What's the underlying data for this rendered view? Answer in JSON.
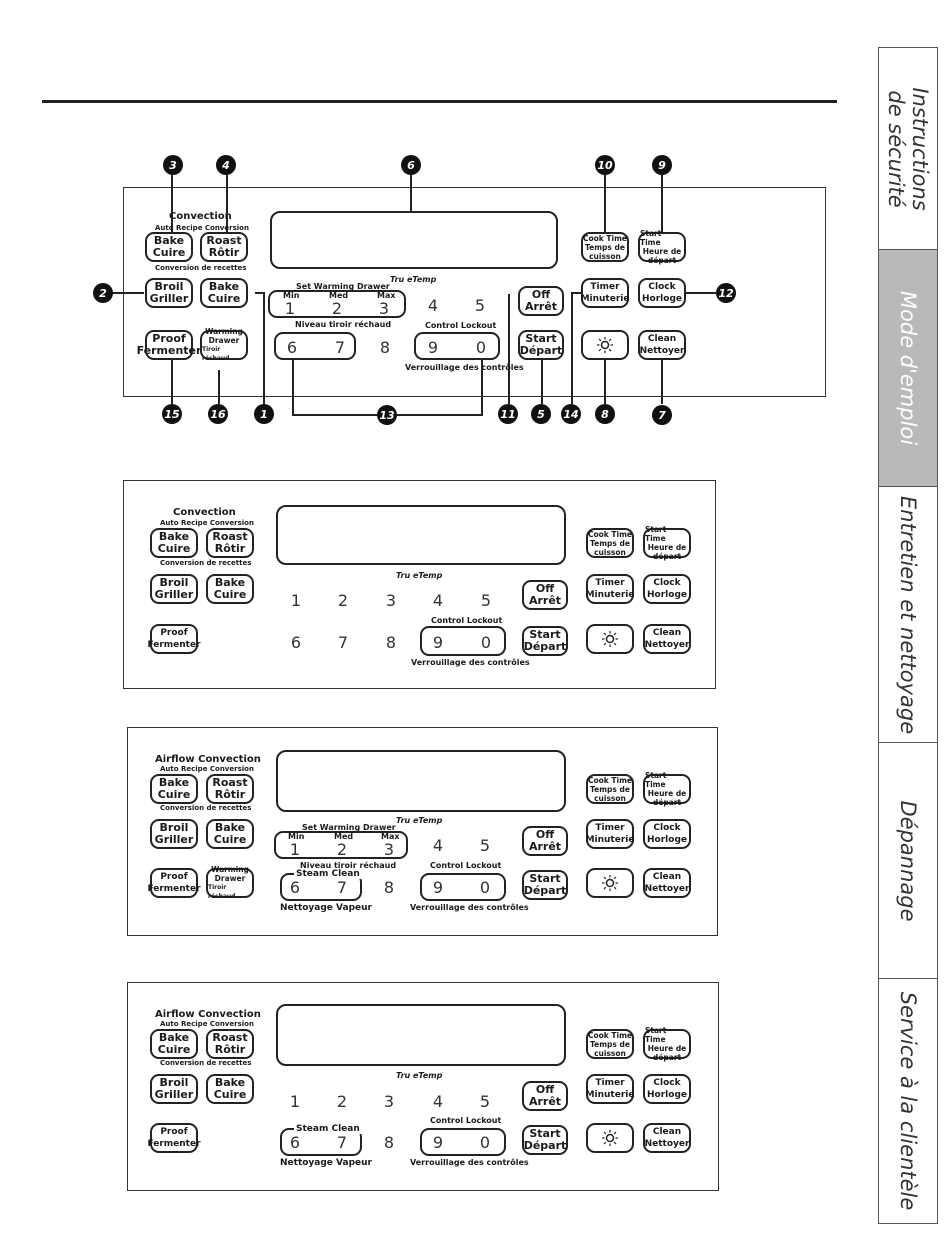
{
  "side_tabs": [
    {
      "label": "Instructions de sécurité",
      "line1": "Instructions",
      "line2": "de sécurité",
      "active": false
    },
    {
      "label": "Mode d'emploi",
      "line1": "Mode d'emploi",
      "line2": "",
      "active": true
    },
    {
      "label": "Entretien et nettoyage",
      "line1": "Entretien et nettoyage",
      "line2": "",
      "active": false
    },
    {
      "label": "Dépannage",
      "line1": "Dépannage",
      "line2": "",
      "active": false
    },
    {
      "label": "Service à la clientèle",
      "line1": "Service à la clientèle",
      "line2": "",
      "active": false
    }
  ],
  "callouts": [
    "1",
    "2",
    "3",
    "4",
    "5",
    "6",
    "7",
    "8",
    "9",
    "10",
    "11",
    "12",
    "13",
    "14",
    "15",
    "16"
  ],
  "labels": {
    "convection": "Convection",
    "airflow_convection": "Airflow Convection",
    "auto_recipe": "Auto Recipe Conversion",
    "conversion_recettes": "Conversion de recettes",
    "tru_etemp": "Tru eTemp",
    "set_warming_drawer": "Set Warming Drawer",
    "niveau_tiroir": "Niveau tiroir réchaud",
    "min": "Min",
    "med": "Med",
    "max": "Max",
    "control_lockout": "Control Lockout",
    "verrouillage": "Verrouillage des contrôles",
    "steam_clean": "Steam Clean",
    "nettoyage_vapeur": "Nettoyage Vapeur"
  },
  "buttons": {
    "bake": [
      "Bake",
      "Cuire"
    ],
    "roast": [
      "Roast",
      "Rôtir"
    ],
    "broil": [
      "Broil",
      "Griller"
    ],
    "proof": [
      "Proof",
      "Fermenter"
    ],
    "warming_drawer": [
      "Warming",
      "Drawer",
      "Tiroir réchaud"
    ],
    "off": [
      "Off",
      "Arrêt"
    ],
    "start": [
      "Start",
      "Départ"
    ],
    "cook_time": [
      "Cook Time",
      "Temps de",
      "cuisson"
    ],
    "start_time": [
      "Start Time",
      "Heure de",
      "départ"
    ],
    "timer": [
      "Timer",
      "Minuterie"
    ],
    "clock": [
      "Clock",
      "Horloge"
    ],
    "clean": [
      "Clean",
      "Nettoyer"
    ]
  },
  "digits": [
    "1",
    "2",
    "3",
    "4",
    "5",
    "6",
    "7",
    "8",
    "9",
    "0"
  ]
}
